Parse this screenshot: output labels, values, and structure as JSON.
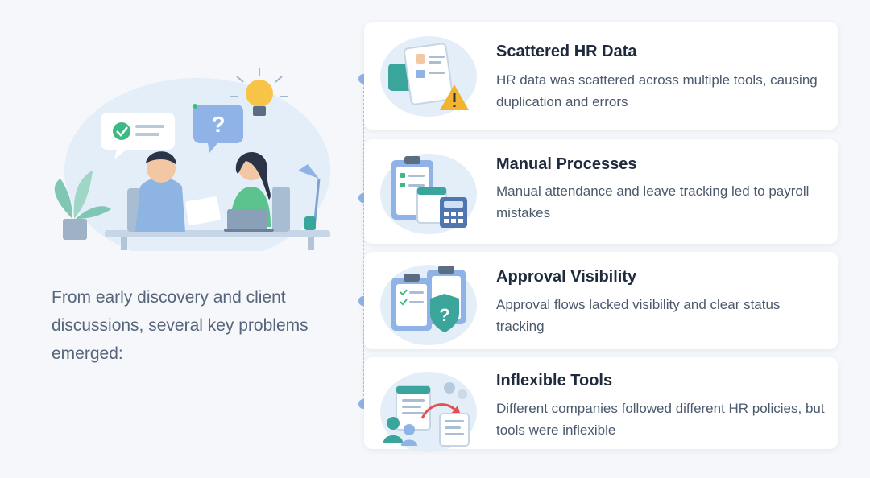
{
  "intro": {
    "text": "From early discovery and client discussions, several key problems emerged:"
  },
  "illustration": {
    "question_mark": "?"
  },
  "problems": [
    {
      "title": "Scattered HR Data",
      "description": "HR data was scattered across multiple tools, causing duplication and errors",
      "icon": "puzzle-warning-icon"
    },
    {
      "title": "Manual Processes",
      "description": "Manual attendance and leave tracking led to payroll mistakes",
      "icon": "clipboard-calculator-icon"
    },
    {
      "title": "Approval Visibility",
      "description": "Approval flows lacked visibility and clear status tracking",
      "icon": "approval-shield-icon"
    },
    {
      "title": "Inflexible Tools",
      "description": "Different companies followed different HR policies, but tools were inflexible",
      "icon": "policy-flow-icon"
    }
  ],
  "colors": {
    "accent": "#8fb3e6",
    "warning": "#f2b330",
    "success": "#3fb984",
    "teal": "#3aa59a"
  }
}
